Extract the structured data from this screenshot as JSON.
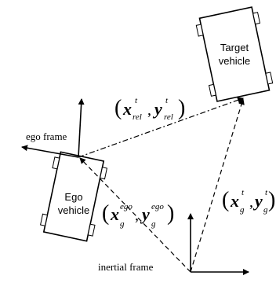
{
  "vehicles": {
    "ego": {
      "label_line1": "Ego",
      "label_line2": "vehicle"
    },
    "target": {
      "label_line1": "Target",
      "label_line2": "vehicle"
    }
  },
  "frames": {
    "ego": "ego frame",
    "inertial": "inertial frame"
  },
  "coords": {
    "rel": {
      "x": "x",
      "x_sup": "t",
      "x_sub": "rel",
      "y": "y",
      "y_sup": "t",
      "y_sub": "rel"
    },
    "g": {
      "x": "x",
      "x_sup": "t",
      "x_sub": "g",
      "y": "y",
      "y_sup": "t",
      "y_sub": "g"
    },
    "g_ego": {
      "x": "x",
      "x_sup": "ego",
      "x_sub": "g",
      "y": "y",
      "y_sup": "ego",
      "y_sub": "g"
    }
  },
  "symbols": {
    "open": "(",
    "close": ")",
    "comma": ","
  }
}
